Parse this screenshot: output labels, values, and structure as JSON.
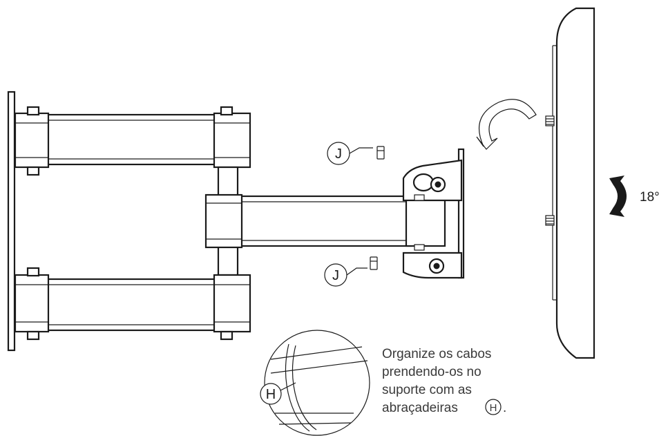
{
  "diagram": {
    "callouts": {
      "screw_label": "J",
      "strap_label": "H"
    },
    "tilt_angle": "18°",
    "instruction": {
      "lines": [
        "Organize os cabos",
        "prendendo-os no",
        "suporte com as",
        "abraçadeiras"
      ],
      "inline_symbol": "H",
      "trailing": "."
    },
    "colors": {
      "line": "#1a1a1a",
      "text": "#3a3a3a",
      "background": "#ffffff"
    }
  }
}
